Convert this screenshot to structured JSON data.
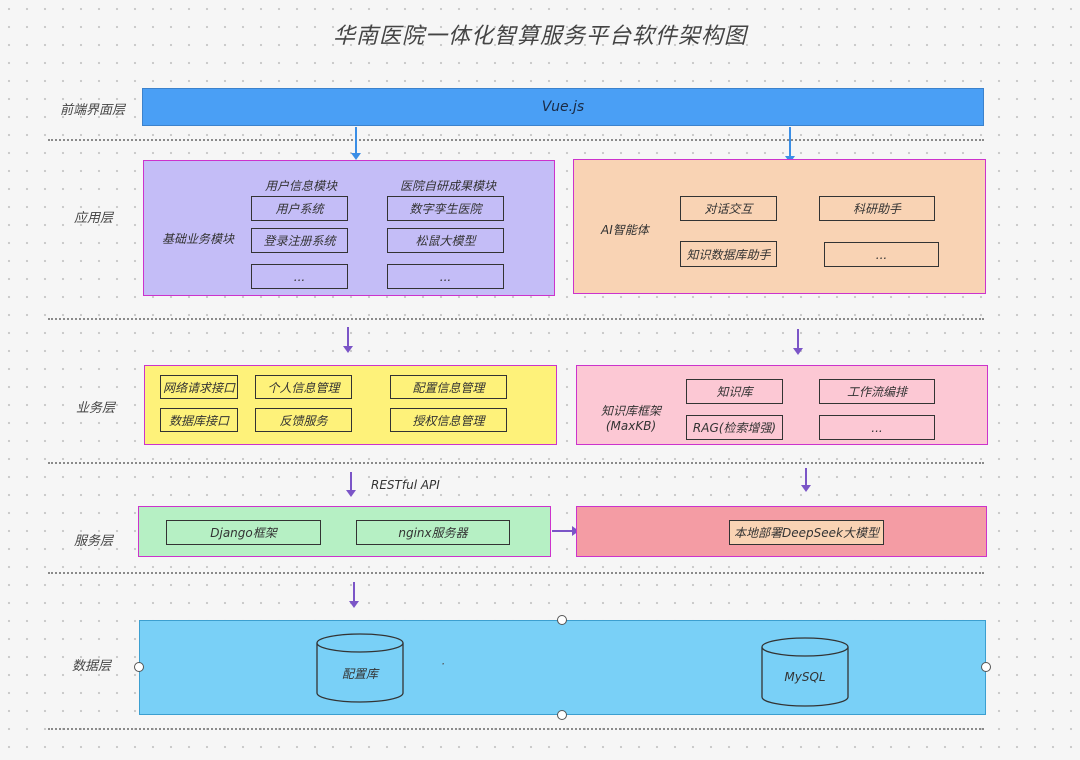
{
  "title": "华南医院一体化智算服务平台软件架构图",
  "layers": {
    "frontend": "前端界面层",
    "application": "应用层",
    "business": "业务层",
    "service": "服务层",
    "data": "数据层"
  },
  "frontend": {
    "framework": "Vue.js"
  },
  "application": {
    "basic": {
      "label": "基础业务模块",
      "user_group_title": "用户信息模块",
      "user_items": [
        "用户系统",
        "登录注册系统",
        "..."
      ],
      "research_group_title": "医院自研成果模块",
      "research_items": [
        "数字孪生医院",
        "松鼠大模型",
        "..."
      ]
    },
    "ai": {
      "label": "AI智能体",
      "items": [
        "对话交互",
        "科研助手",
        "知识数据库助手",
        "..."
      ]
    }
  },
  "business": {
    "left_items": [
      "网络请求接口",
      "个人信息管理",
      "配置信息管理",
      "数据库接口",
      "反馈服务",
      "授权信息管理"
    ],
    "kb": {
      "label_line1": "知识库框架",
      "label_line2": "(MaxKB)",
      "items": [
        "知识库",
        "工作流编排",
        "RAG(检索增强)",
        "..."
      ]
    }
  },
  "api_label": "RESTful API",
  "service": {
    "items": [
      "Django框架",
      "nginx服务器"
    ],
    "model": "本地部署DeepSeek大模型"
  },
  "data": {
    "config_db": "配置库",
    "mysql": "MySQL",
    "dot": "·"
  },
  "colors": {
    "frontend": "#4a9ff5",
    "application_left": "#c4bdf7",
    "application_right": "#f9d3b4",
    "business_left": "#fef27a",
    "business_right": "#fcc8d4",
    "service_left": "#b6f0c4",
    "service_right": "#f49ca4",
    "data": "#79d0f7",
    "arrow_blue": "#3a8ee6",
    "arrow_purple": "#7b55c7"
  }
}
